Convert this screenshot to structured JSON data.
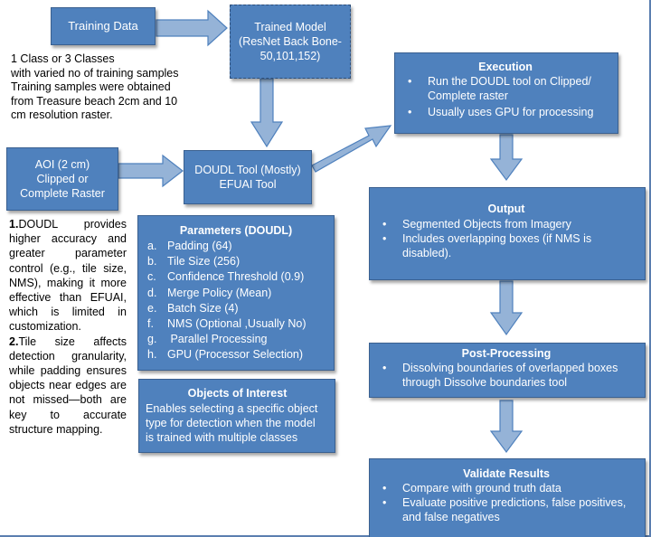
{
  "training_data": {
    "label": "Training Data"
  },
  "trained_model": {
    "lines": [
      "Trained Model",
      "(ResNet Back Bone-",
      "50,101,152)"
    ]
  },
  "training_note": {
    "lines": [
      "1 Class or 3 Classes",
      "with varied no of training samples",
      "Training samples were obtained",
      "from Treasure beach 2cm and 10",
      "cm resolution raster."
    ]
  },
  "aoi": {
    "lines": [
      "AOI (2 cm)",
      "Clipped or",
      "Complete Raster"
    ]
  },
  "doudl_tool": {
    "lines": [
      "DOUDL Tool (Mostly)",
      "EFUAI Tool"
    ]
  },
  "notes": {
    "item1_num": "1.",
    "item1_text": "DOUDL provides higher accuracy and greater parameter control (e.g., tile size, NMS), making it more effective than EFUAI, which is limited in customization.",
    "item2_num": "2.",
    "item2_text": "Tile size affects detection granularity, while padding ensures objects near edges are not missed—both are key to accurate structure mapping."
  },
  "parameters": {
    "title": "Parameters (DOUDL)",
    "items": [
      {
        "marker": "a.",
        "text": "Padding (64)"
      },
      {
        "marker": "b.",
        "text": "Tile Size (256)"
      },
      {
        "marker": "c.",
        "text": "Confidence Threshold (0.9)"
      },
      {
        "marker": "d.",
        "text": "Merge Policy (Mean)"
      },
      {
        "marker": "e.",
        "text": "Batch Size (4)"
      },
      {
        "marker": "f.",
        "text": "NMS (Optional ,Usually No)"
      },
      {
        "marker": "g.",
        "text": " Parallel Processing"
      },
      {
        "marker": "h.",
        "text": "GPU (Processor Selection)"
      }
    ]
  },
  "objects_of_interest": {
    "title": "Objects of Interest",
    "lines": [
      "Enables selecting a specific object",
      "type for detection when the model",
      "is trained with multiple classes"
    ]
  },
  "execution": {
    "title": "Execution",
    "items": [
      [
        "Run the DOUDL tool on Clipped/",
        "Complete raster"
      ],
      [
        "Usually uses GPU for processing"
      ]
    ]
  },
  "output": {
    "title": "Output",
    "items": [
      [
        "Segmented Objects from Imagery"
      ],
      [
        "Includes overlapping boxes (if NMS is",
        "disabled)."
      ]
    ]
  },
  "post_processing": {
    "title": "Post-Processing",
    "items": [
      [
        "Dissolving boundaries of overlapped boxes",
        "through Dissolve boundaries tool"
      ]
    ]
  },
  "validate": {
    "title": "Validate Results",
    "items": [
      [
        "Compare with ground truth data"
      ],
      [
        "Evaluate positive predictions, false positives,",
        "and false negatives"
      ]
    ]
  },
  "colors": {
    "box_fill": "#4f81bd",
    "box_border": "#3a6090",
    "arrow_fill": "#95b3d7",
    "arrow_stroke": "#4f81bd"
  }
}
